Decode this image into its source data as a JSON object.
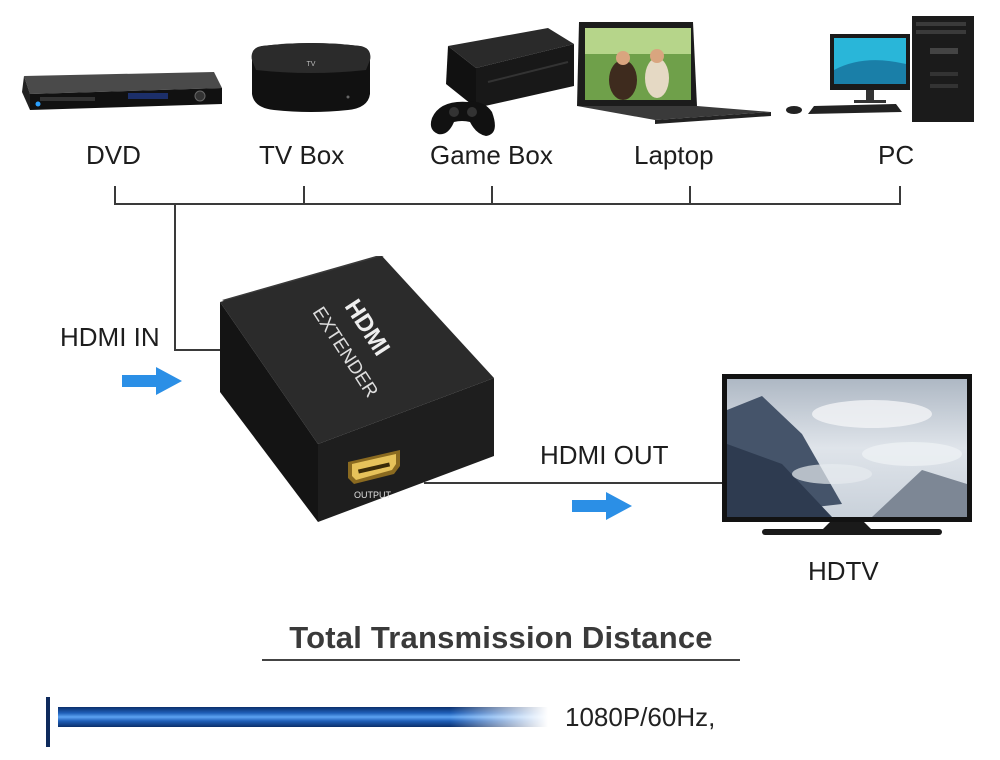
{
  "sources": {
    "dvd": "DVD",
    "tvbox": "TV Box",
    "gamebox": "Game Box",
    "laptop": "Laptop",
    "pc": "PC"
  },
  "connections": {
    "hdmi_in": "HDMI IN",
    "hdmi_out": "HDMI OUT"
  },
  "device": {
    "name_line1": "HDMI",
    "name_line2": "EXTENDER",
    "port_label": "OUTPUT"
  },
  "display": {
    "name": "HDTV"
  },
  "distance": {
    "title": "Total Transmission Distance",
    "spec": "1080P/60Hz,"
  },
  "colors": {
    "arrow": "#2b8fe6",
    "bar_dark": "#0b2f6b",
    "bar_light": "#5da3f2",
    "box": "#1a1a1a"
  },
  "icons": {
    "dvd": "dvd-player-icon",
    "tvbox": "tv-box-icon",
    "gamebox": "game-console-icon",
    "laptop": "laptop-icon",
    "pc": "desktop-pc-icon",
    "tv": "hdtv-icon"
  }
}
